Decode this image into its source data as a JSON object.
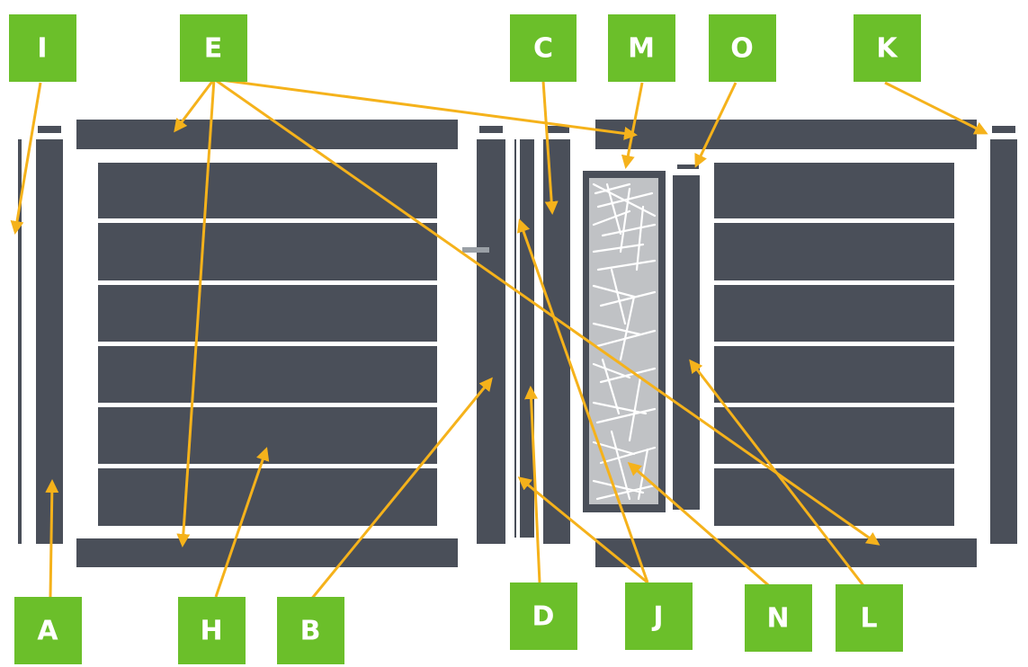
{
  "labels": {
    "I": "I",
    "E": "E",
    "C": "C",
    "M": "M",
    "O": "O",
    "K": "K",
    "A": "A",
    "H": "H",
    "B": "B",
    "D": "D",
    "J": "J",
    "N": "N",
    "L": "L"
  },
  "colors": {
    "panel": "#4a4f59",
    "label_background": "#6bbf2a",
    "arrow": "#f5b21b",
    "background": "#ffffff"
  }
}
